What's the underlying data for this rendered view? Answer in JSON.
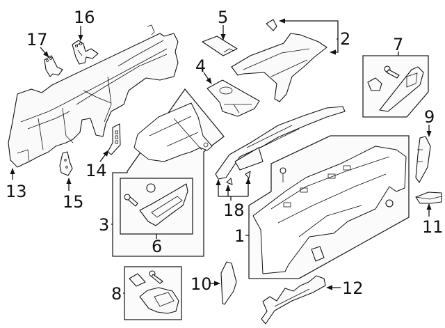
{
  "diagram": {
    "title": "Instrument Panel Components — Exploded Parts View",
    "callouts": [
      {
        "id": "1",
        "label": "1",
        "part": "instrument-panel-main"
      },
      {
        "id": "2",
        "label": "2",
        "part": "center-cover-and-clip"
      },
      {
        "id": "3",
        "label": "3",
        "part": "side-cover-assembly"
      },
      {
        "id": "4",
        "label": "4",
        "part": "vent-bezel"
      },
      {
        "id": "5",
        "label": "5",
        "part": "cover-plate"
      },
      {
        "id": "6",
        "label": "6",
        "part": "switch-bezel-kit"
      },
      {
        "id": "7",
        "label": "7",
        "part": "trim-panel-kit"
      },
      {
        "id": "8",
        "label": "8",
        "part": "storage-bezel-kit"
      },
      {
        "id": "9",
        "label": "9",
        "part": "side-trim"
      },
      {
        "id": "10",
        "label": "10",
        "part": "end-cap"
      },
      {
        "id": "11",
        "label": "11",
        "part": "pad"
      },
      {
        "id": "12",
        "label": "12",
        "part": "lower-trim"
      },
      {
        "id": "13",
        "label": "13",
        "part": "reinforcement-beam"
      },
      {
        "id": "14",
        "label": "14",
        "part": "support-bracket"
      },
      {
        "id": "15",
        "label": "15",
        "part": "brace"
      },
      {
        "id": "16",
        "label": "16",
        "part": "mounting-bracket"
      },
      {
        "id": "17",
        "label": "17",
        "part": "small-bracket"
      },
      {
        "id": "18",
        "label": "18",
        "part": "defroster-duct-and-clips"
      }
    ]
  }
}
